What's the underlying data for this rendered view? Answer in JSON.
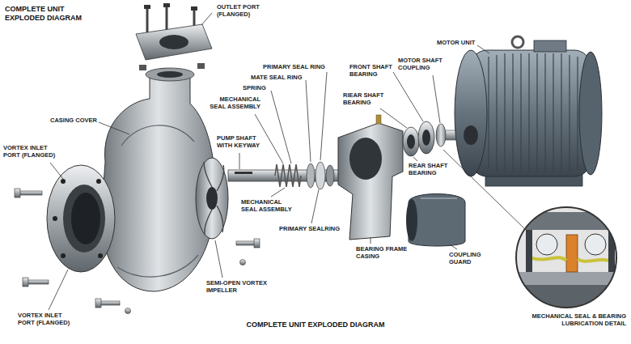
{
  "diagram": {
    "title": "COMPLETE UNIT EXPLODED DIAGRAM",
    "caption": "COMPLETE UNIT EXPLODED DIAGRAM",
    "labels": [
      "OUTLET PORT (FLANGED)",
      "CASING COVER",
      "VORTEX INLET PORT (FLANGED)",
      "PUMP SHAFT WITH KEYWAY",
      "MECHANICAL SEAL ASSEMBLY",
      "PRIMARY SEAL RING",
      "MATE SEAL RING",
      "SPRING",
      "FRONT SHAFT BEARING",
      "RIEAR SHAFT BEARING",
      "MOTOR SHAFT COUPLING",
      "MOTOR UNIT",
      "REAR SHAFT BEARING",
      "MECHANICAL SEAL ASSEMBLY",
      "PRIMARY SEALRING",
      "BEARING FRAME CASING",
      "COUPLING GUARD",
      "SEMI-OPEN VORTEX IMPELLER",
      "VORTEX INLET PORT (FLANGED)",
      "MECHANICAL SEAL & BEARING LUBRICATION DETAIL"
    ]
  }
}
